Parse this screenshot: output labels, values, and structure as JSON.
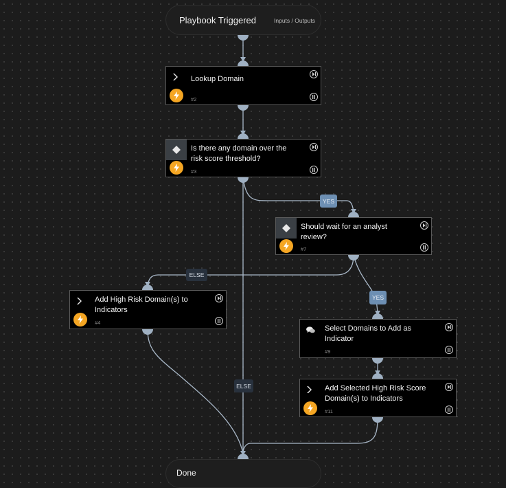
{
  "trigger": {
    "title": "Playbook Triggered",
    "io_link": "Inputs / Outputs"
  },
  "tasks": {
    "lookup": {
      "label": "Lookup Domain",
      "num": "#2"
    },
    "condition_threshold": {
      "label": "Is there any domain over the risk score threshold?",
      "num": "#3"
    },
    "condition_wait": {
      "label": "Should wait for an analyst review?",
      "num": "#7"
    },
    "add_high_risk": {
      "label": "Add High Risk Domain(s) to Indicators",
      "num": "#4"
    },
    "select_domains": {
      "label": "Select Domains to Add as Indicator",
      "num": "#9"
    },
    "add_selected": {
      "label": "Add Selected High Risk Score Domain(s) to Indicators",
      "num": "#11"
    }
  },
  "badges": {
    "yes_1": "YES",
    "yes_2": "YES",
    "else_1": "ELSE",
    "else_2": "ELSE"
  },
  "done": {
    "title": "Done"
  },
  "colors": {
    "edge": "#a9b8c8",
    "port": "#9fb0c2",
    "bolt": "#f5a623",
    "yes_badge": "#6d8fb3",
    "else_badge": "#28313d"
  },
  "icons": {
    "task": "chevron-right-icon",
    "condition": "diamond-icon",
    "manual": "chat-bubbles-icon",
    "automation": "lightning-bolt-icon",
    "skip": "skip-icon",
    "pause": "pause-icon"
  }
}
